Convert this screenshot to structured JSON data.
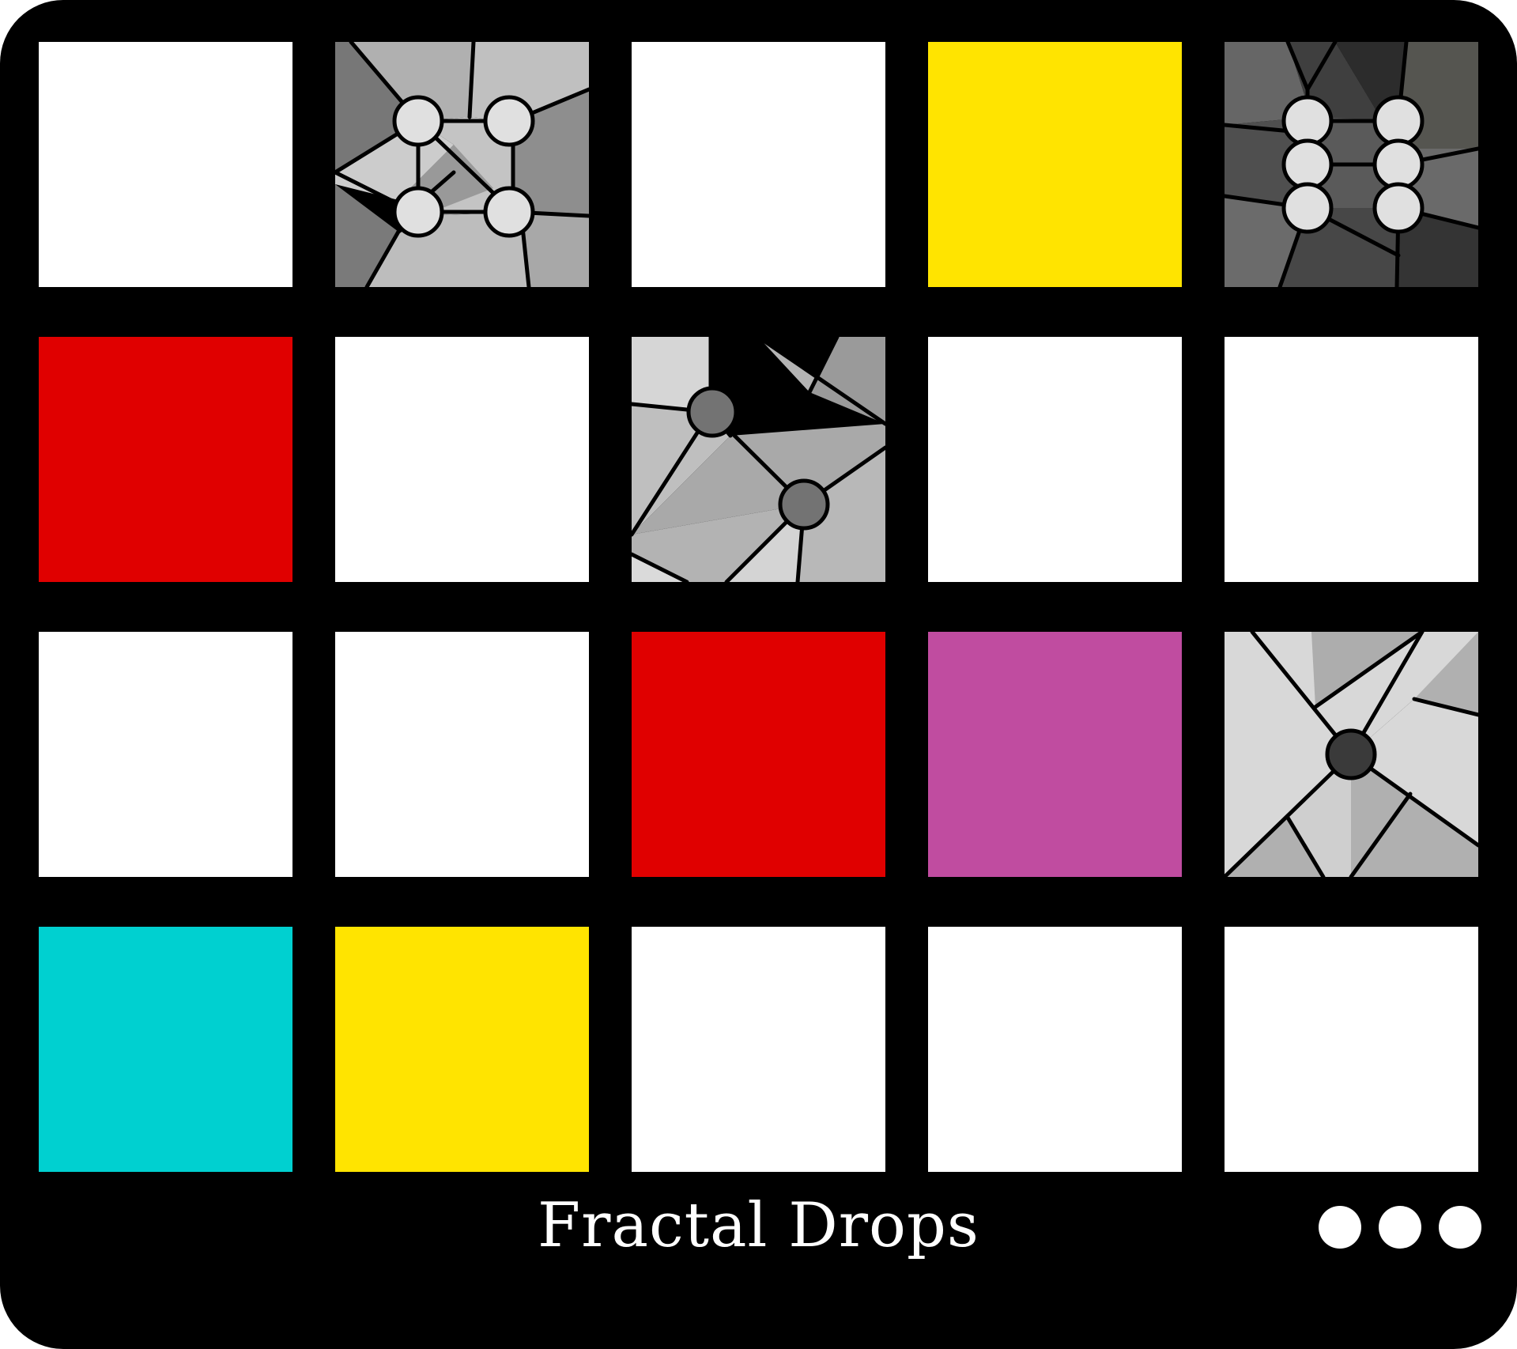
{
  "game": {
    "title": "Fractal Drops",
    "menu_icon": "more-dots-icon",
    "colors": {
      "board": "#000000",
      "empty": "#ffffff",
      "red": "#e00000",
      "yellow": "#ffe400",
      "magenta": "#c04ca0",
      "cyan": "#00d0d0"
    },
    "grid": {
      "rows": 4,
      "cols": 5,
      "cells": [
        {
          "kind": "empty"
        },
        {
          "kind": "node",
          "level": 4,
          "shade": "light"
        },
        {
          "kind": "empty"
        },
        {
          "kind": "color",
          "color": "yellow"
        },
        {
          "kind": "node",
          "level": 6,
          "shade": "dark"
        },
        {
          "kind": "color",
          "color": "red"
        },
        {
          "kind": "empty"
        },
        {
          "kind": "node",
          "level": 2,
          "shade": "mid"
        },
        {
          "kind": "empty"
        },
        {
          "kind": "empty"
        },
        {
          "kind": "empty"
        },
        {
          "kind": "empty"
        },
        {
          "kind": "color",
          "color": "red"
        },
        {
          "kind": "color",
          "color": "magenta"
        },
        {
          "kind": "node",
          "level": 1,
          "shade": "pale"
        },
        {
          "kind": "color",
          "color": "cyan"
        },
        {
          "kind": "color",
          "color": "yellow"
        },
        {
          "kind": "empty"
        },
        {
          "kind": "empty"
        },
        {
          "kind": "empty"
        }
      ]
    }
  }
}
